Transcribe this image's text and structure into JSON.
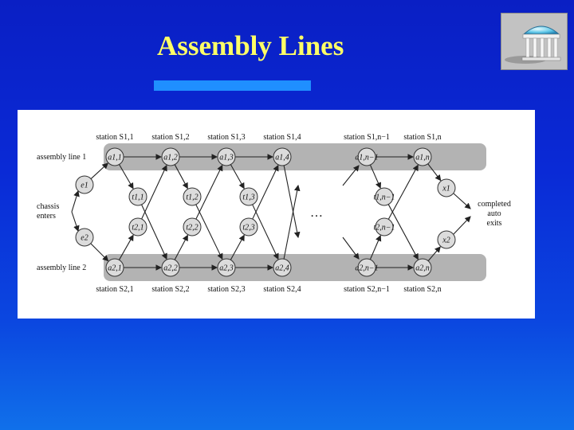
{
  "title": "Assembly Lines",
  "colors": {
    "background_top": "#0a1fc4",
    "background_bottom": "#1070ea",
    "title": "#ffff66",
    "title_bar": "#1f8fff",
    "line_band": "#b3b3b3",
    "node_fill": "#dcdcdc"
  },
  "logo": {
    "icon": "rotunda-icon"
  },
  "diagram": {
    "line1_label": "assembly line 1",
    "line2_label": "assembly line 2",
    "chassis_label_1": "chassis",
    "chassis_label_2": "enters",
    "completed_label_1": "completed",
    "completed_label_2": "auto",
    "completed_label_3": "exits",
    "ellipsis": "…",
    "stations_top": [
      "station S1,1",
      "station S1,2",
      "station S1,3",
      "station S1,4",
      "station S1,n−1",
      "station S1,n"
    ],
    "stations_bottom": [
      "station S2,1",
      "station S2,2",
      "station S2,3",
      "station S2,4",
      "station S2,n−1",
      "station S2,n"
    ],
    "line1_nodes": [
      "a1,1",
      "a1,2",
      "a1,3",
      "a1,4",
      "a1,n−1",
      "a1,n"
    ],
    "line2_nodes": [
      "a2,1",
      "a2,2",
      "a2,3",
      "a2,4",
      "a2,n−1",
      "a2,n"
    ],
    "transfer_top": [
      "t1,1",
      "t1,2",
      "t1,3",
      "t1,n−1"
    ],
    "transfer_bottom": [
      "t2,1",
      "t2,2",
      "t2,3",
      "t2,n−1"
    ],
    "entry_top": "e1",
    "entry_bottom": "e2",
    "exit_top": "x1",
    "exit_bottom": "x2"
  }
}
